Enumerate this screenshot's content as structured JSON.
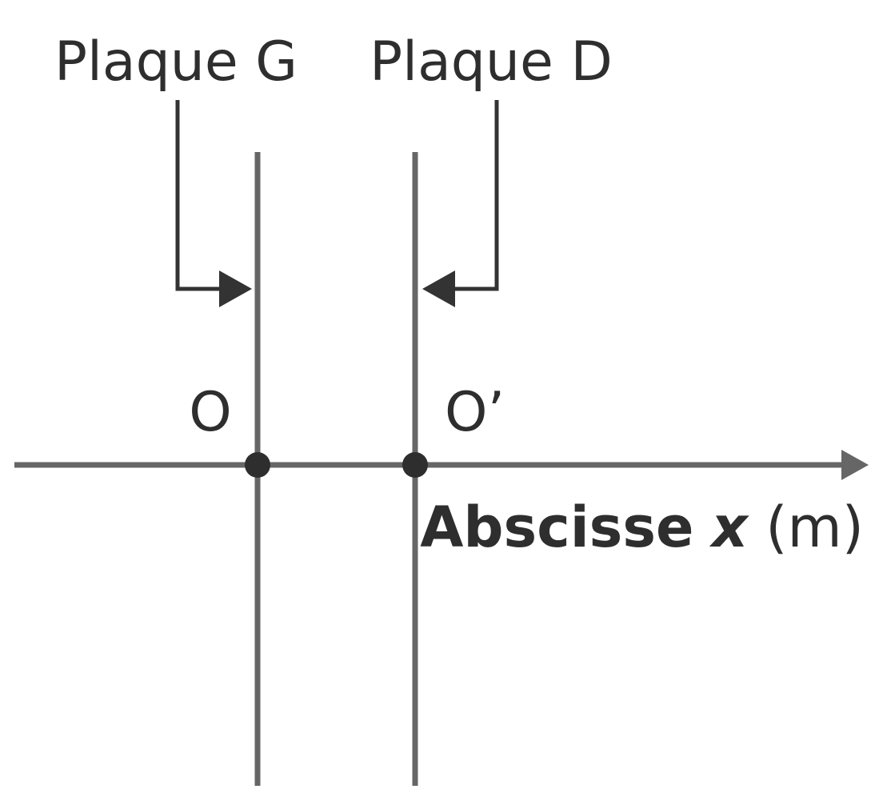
{
  "diagram": {
    "plate_left": {
      "label": "Plaque G"
    },
    "plate_right": {
      "label": "Plaque D"
    },
    "point_left": {
      "label": "O"
    },
    "point_right": {
      "label": "O’"
    },
    "axis": {
      "word": "Abscisse",
      "variable": "x",
      "unit": "(m)"
    },
    "colors": {
      "line": "#666666",
      "arrow": "#333333",
      "text": "#2e2e2e",
      "background": "#ffffff"
    }
  }
}
